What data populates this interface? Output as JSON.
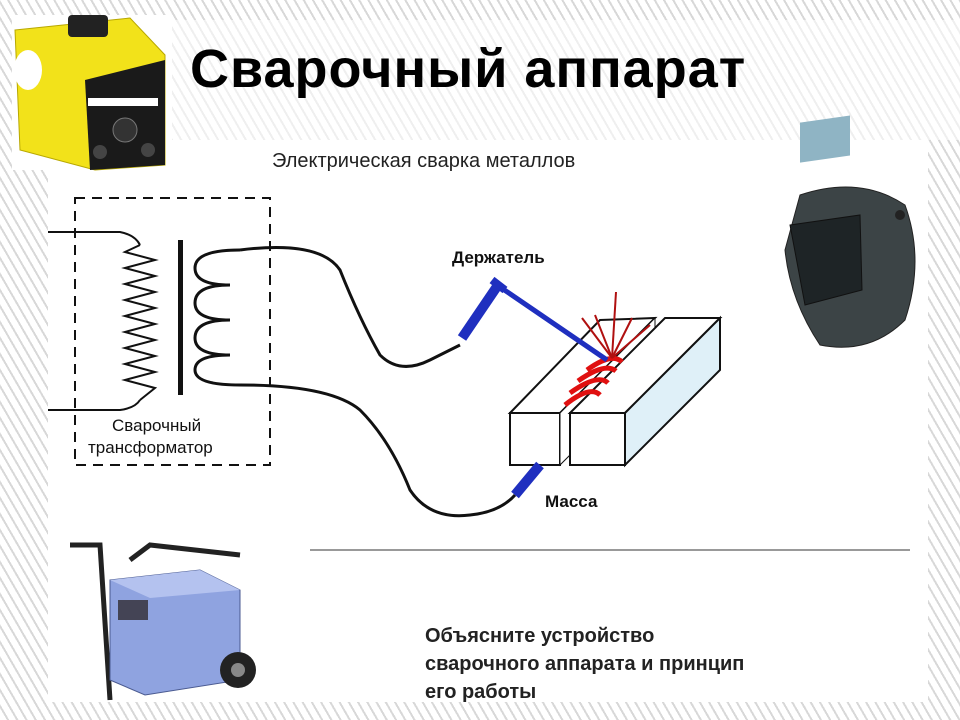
{
  "slide": {
    "title": "Сварочный аппарат",
    "subtitle": "Электрическая сварка металлов",
    "transformer_label_line1": "Сварочный",
    "transformer_label_line2": "трансформатор",
    "holder_label": "Держатель",
    "ground_label": "Масса",
    "question_line1": "Объясните устройство",
    "question_line2": "сварочного аппарата и принцип",
    "question_line3": "его работы"
  },
  "colors": {
    "holder": "#1f2fbf",
    "arc": "#e01010",
    "machine_yellow": "#f2e21a",
    "machine_blue": "#8fa3e0",
    "block_side": "#dff0f8"
  }
}
